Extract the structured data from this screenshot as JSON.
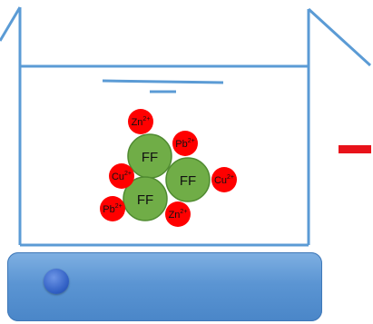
{
  "colors": {
    "beaker_line": "#5b9bd5",
    "flake": "#70ad47",
    "ion": "#ff0000",
    "stirrer": "#5b95d3",
    "knob": "#3160c4",
    "arrow_dash": "#e8121a"
  },
  "flakes": [
    {
      "label": "FF"
    },
    {
      "label": "FF"
    },
    {
      "label": "FF"
    }
  ],
  "ions": [
    {
      "base": "Zn",
      "charge": "2+"
    },
    {
      "base": "Pb",
      "charge": "2+"
    },
    {
      "base": "Cu",
      "charge": "2+"
    },
    {
      "base": "Cu",
      "charge": "2+"
    },
    {
      "base": "Pb",
      "charge": "2+"
    },
    {
      "base": "Zn",
      "charge": "2+"
    }
  ]
}
